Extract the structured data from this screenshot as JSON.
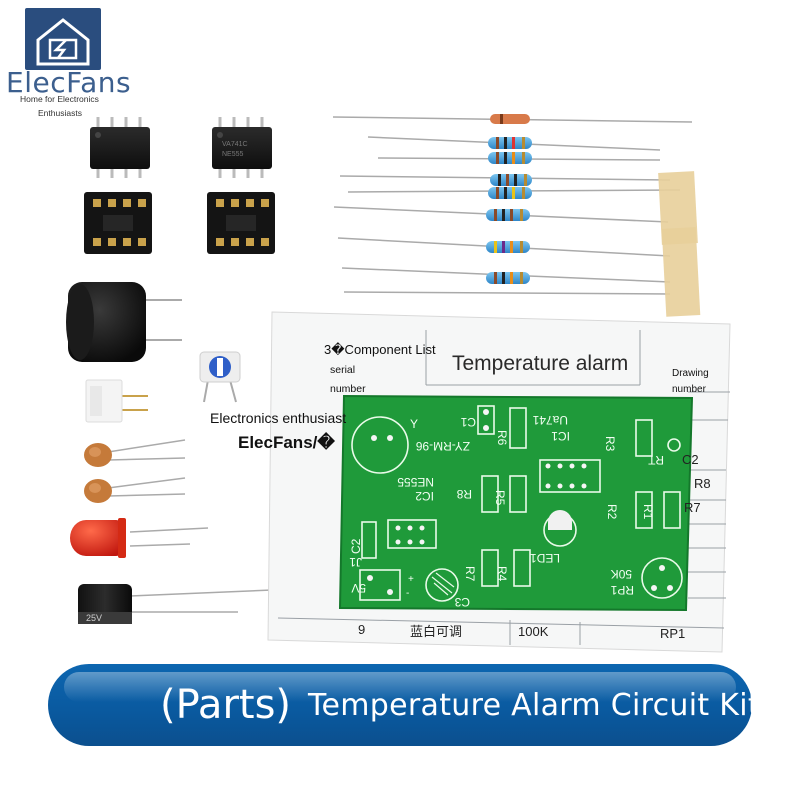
{
  "logo": {
    "name": "ElecFans",
    "tagline_line1": "Home for Electronics",
    "tagline_line2": "Enthusiasts",
    "brand_color": "#2a4d7e",
    "icon": "house-lightning-icon"
  },
  "annotations": {
    "component_list": "3�Component List",
    "serial": "serial",
    "number": "number",
    "document_title": "Temperature alarm",
    "drawing": "Drawing",
    "drawing_number": "number",
    "watermark_line1": "Electronics enthusiast",
    "watermark_line2": "ElecFans/�"
  },
  "pcb": {
    "board_color": "#1f9a3a",
    "silkscreen": [
      "ZY-RM-96",
      "Ua741",
      "IC1",
      "NE555",
      "IC2",
      "Y",
      "C1",
      "R6",
      "R3",
      "RT",
      "R8",
      "R5",
      "R2",
      "R1",
      "C2",
      "J1",
      "5V",
      "C3",
      "R7",
      "R4",
      "LED1",
      "50K",
      "RP1",
      "+",
      "-"
    ]
  },
  "sheet_text": {
    "side_labels": [
      "C2",
      "R8",
      "R7"
    ],
    "bottom_row": [
      "9",
      "蓝白可调",
      "100K",
      "RP1"
    ]
  },
  "parts": [
    "ic-ua741",
    "ic-ne555",
    "dip8-socket",
    "dip8-socket",
    "buzzer",
    "trimmer-potentiometer",
    "2pin-connector",
    "ceramic-capacitor",
    "ceramic-capacitor",
    "red-led",
    "electrolytic-capacitor",
    "thermistor",
    "resistor",
    "resistor",
    "resistor",
    "resistor",
    "resistor",
    "resistor"
  ],
  "ic_markings": [
    "VA741C",
    "NE555"
  ],
  "capacitor_marking": "25V",
  "banner": {
    "part_label": "(Parts)",
    "title": "Temperature Alarm Circuit Kit",
    "color": "#0b5ea6"
  }
}
